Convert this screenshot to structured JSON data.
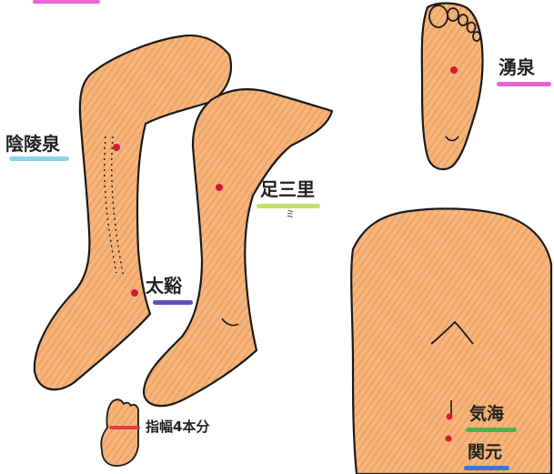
{
  "labels": {
    "yinlingquan": "陰陵泉",
    "zusanli": "足三里",
    "taixi": "太谿",
    "yongquan": "湧泉",
    "qihai": "気海",
    "guanyuan": "関元",
    "finger_width": "指幅4本分",
    "small_mark": "ミ"
  },
  "colors": {
    "skin_fill": "#f2a766",
    "outline": "#1a1a1a",
    "point": "#d9163a",
    "yinlingquan": "#7fc8e8",
    "zusanli": "#b9d94a",
    "taixi": "#4a2fb0",
    "yongquan": "#e04ad0",
    "qihai": "#2fb04a",
    "guanyuan": "#1f6fe0",
    "top_marker": "#e04ad0",
    "finger_marker": "#e02a3a"
  }
}
